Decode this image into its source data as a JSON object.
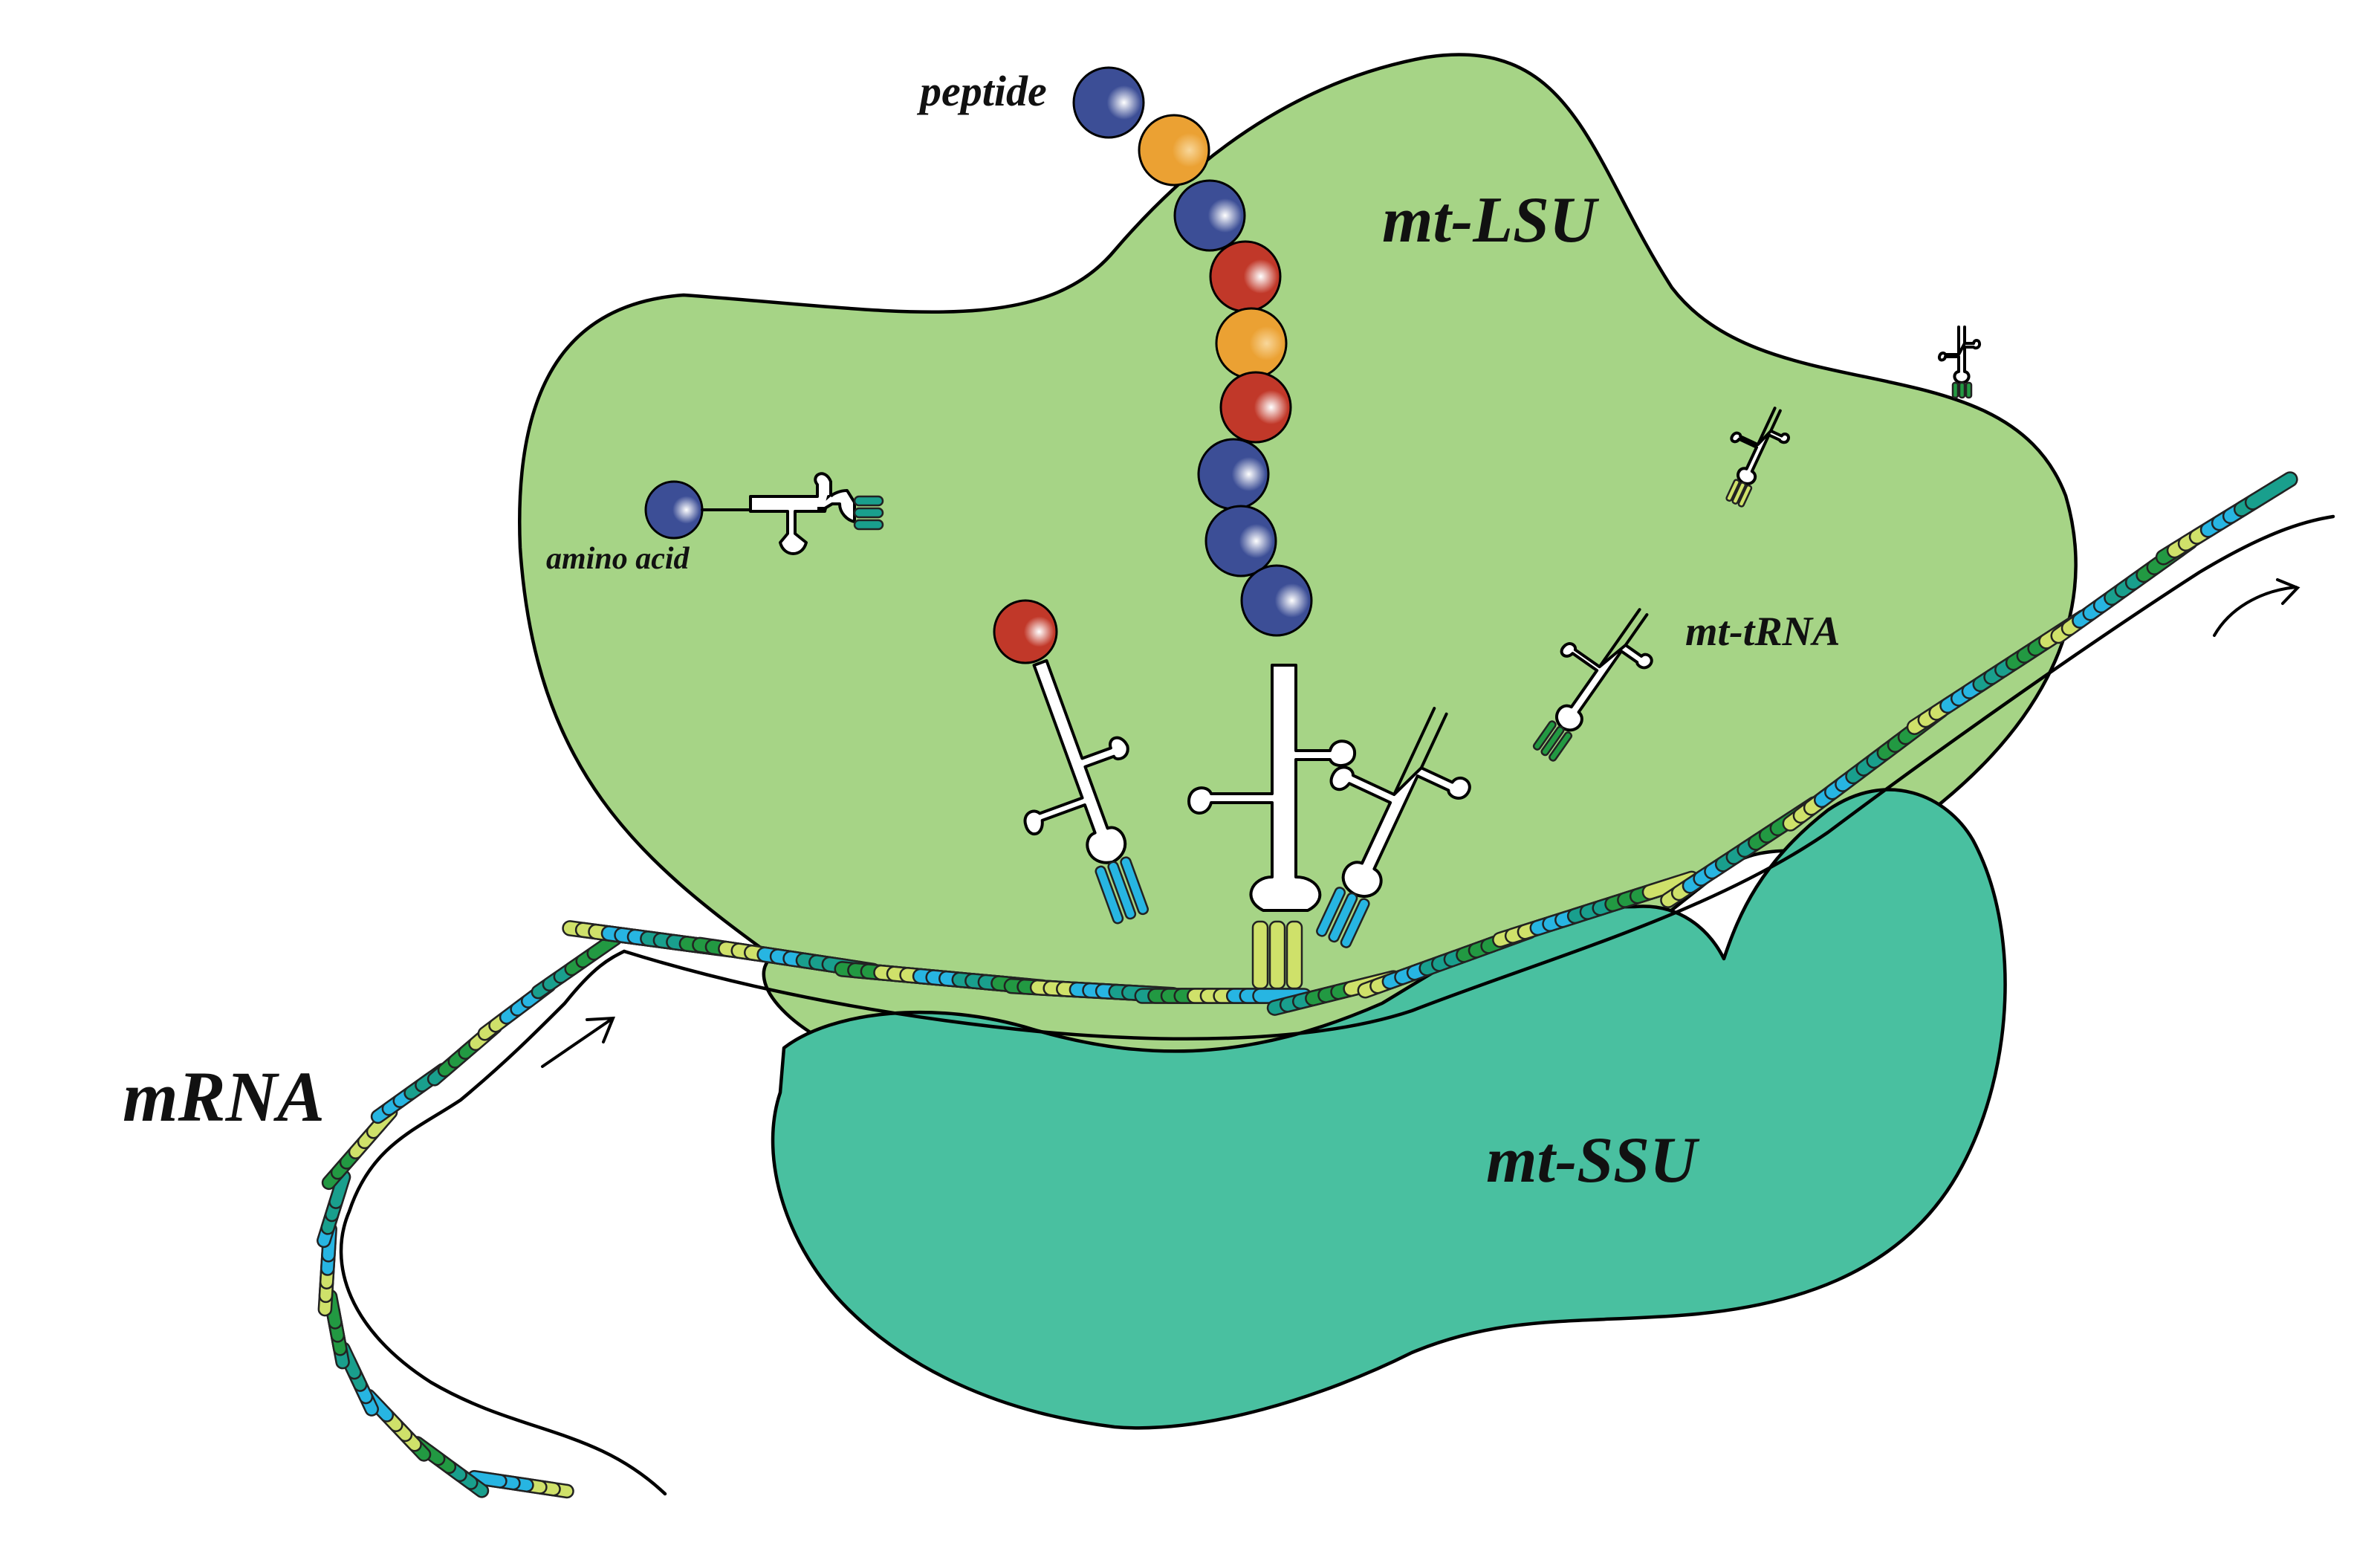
{
  "labels": {
    "peptide": "peptide",
    "mt_lsu": "mt-LSU",
    "amino_acid": "amino acid",
    "mt_trna": "mt-tRNA",
    "mrna": "mRNA",
    "mt_ssu": "mt-SSU"
  },
  "colors": {
    "lsu_light": "#f4f9ec",
    "lsu_mid": "#c9e3a8",
    "lsu_dark": "#a6d486",
    "ssu_light": "#ffffff",
    "ssu_dark": "#49c0a0",
    "residue_blue": "#3c4e96",
    "residue_orange": "#eba133",
    "residue_red": "#c13829",
    "base_blue": "#27b5e2",
    "base_yellow": "#cfe16a",
    "base_teal": "#199f8d",
    "base_green": "#229942"
  },
  "peptide_chain": [
    "blue",
    "orange",
    "blue",
    "red",
    "orange",
    "red",
    "blue",
    "blue",
    "blue"
  ],
  "free_amino_acid": "blue",
  "incoming_amino_acid": "red"
}
